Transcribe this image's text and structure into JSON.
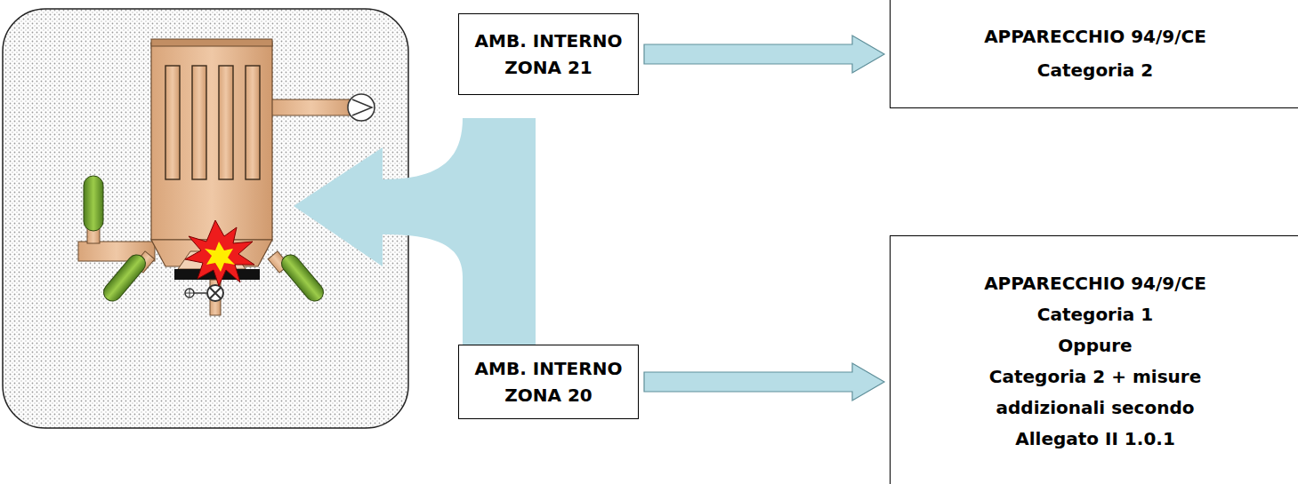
{
  "diagram": {
    "nodes": [
      {
        "text": [
          "AMB. INTERNO ZONA 21"
        ]
      },
      {
        "text": [
          "APPARECCHIO 94/9/CE",
          "Categoria 2"
        ]
      },
      {
        "text": [
          "AMB. INTERNO ZONA 20"
        ]
      },
      {
        "text": [
          "APPARECCHIO 94/9/CE",
          "Categoria 1",
          "Oppure",
          "Categoria 2 + misure addizionali secondo Allegato II 1.0.1"
        ]
      }
    ],
    "edges": [
      {
        "from": 0,
        "to": 1,
        "arrow": "to"
      },
      {
        "from": 2,
        "to": 3,
        "arrow": "to"
      }
    ]
  }
}
